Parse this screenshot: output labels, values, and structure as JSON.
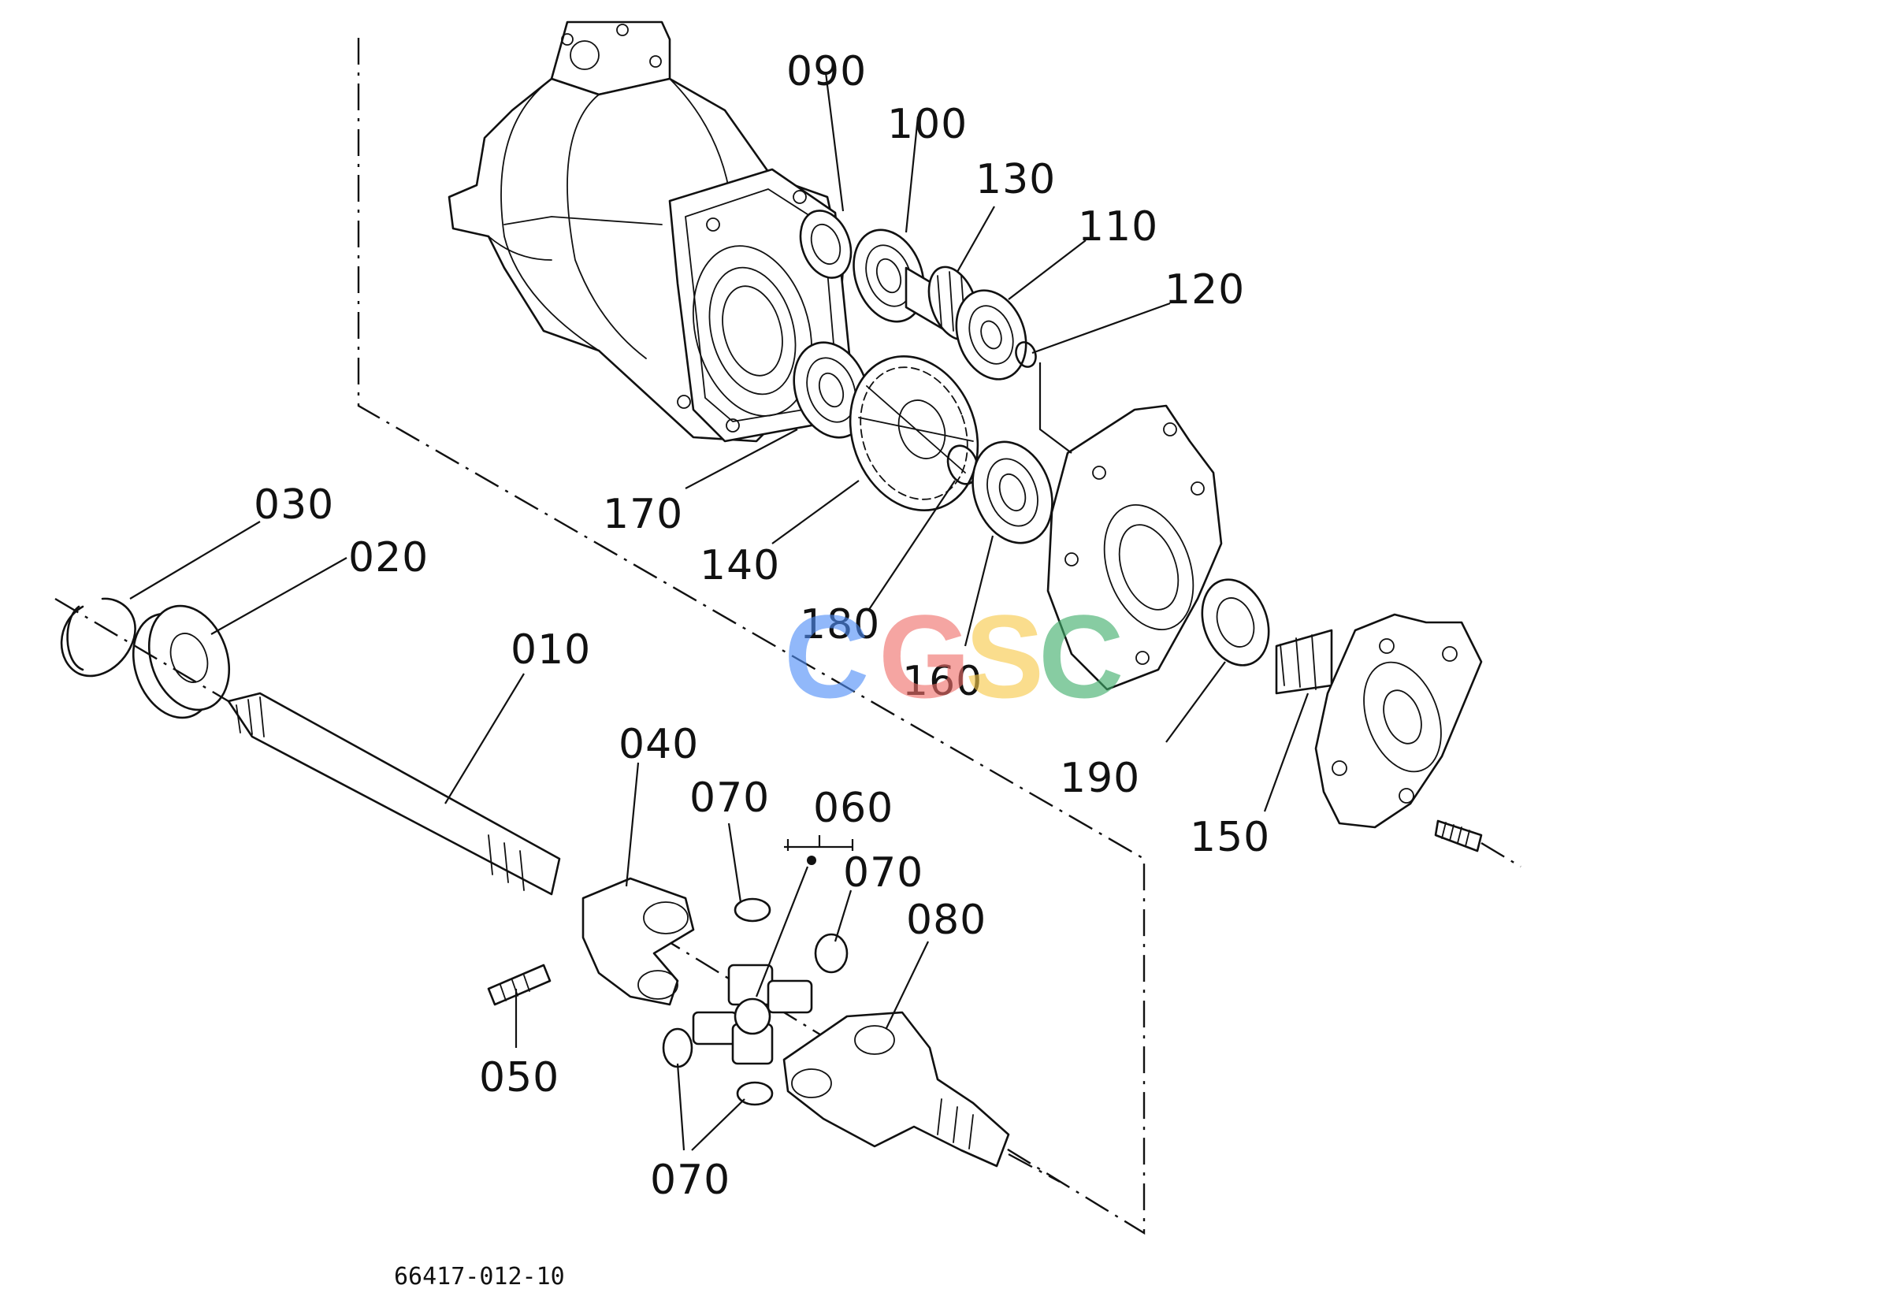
{
  "labels": {
    "p010": "010",
    "p020": "020",
    "p030": "030",
    "p040": "040",
    "p050": "050",
    "p060": "060",
    "p070a": "070",
    "p070b": "070",
    "p070c": "070",
    "p080": "080",
    "p090": "090",
    "p100": "100",
    "p110": "110",
    "p120": "120",
    "p130": "130",
    "p140": "140",
    "p150": "150",
    "p160": "160",
    "p170": "170",
    "p180": "180",
    "p190": "190"
  },
  "drawing_code": "66417-012-10",
  "watermark": {
    "letters": [
      "C",
      "G",
      "S",
      "C"
    ],
    "colors": [
      "#4f8ef7",
      "#ef6f6a",
      "#f7c948",
      "#3fae6a"
    ]
  }
}
